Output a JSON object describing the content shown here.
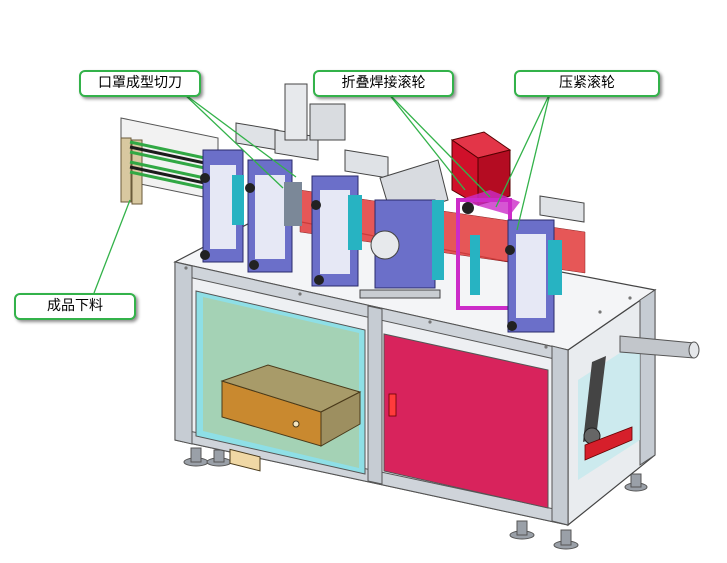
{
  "callouts": {
    "mask_forming_cutter": "口罩成型切刀",
    "fold_weld_roller": "折叠焊接滚轮",
    "press_roller": "压紧滚轮",
    "finished_product_output": "成品下料"
  },
  "colors": {
    "callout_border": "#33b24a",
    "leader_line": "#33b24a",
    "frame_metal": "#d9dde2",
    "module_purple": "#6b6fc9",
    "cabinet_red": "#d8235c",
    "glass_panel": "#8edfe6",
    "electrical_box": "#b9a87a",
    "heater_box": "#d0102a",
    "fold_station_magenta": "#cc2cc8"
  }
}
